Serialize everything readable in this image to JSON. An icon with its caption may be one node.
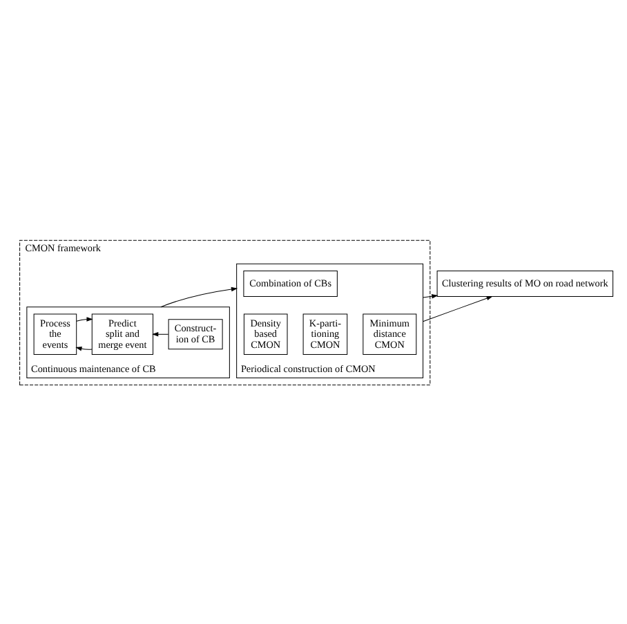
{
  "diagram": {
    "nodes": [
      {
        "text": [
          "Clustering results of MO on road network"
        ]
      },
      {
        "text": [
          "CMON framework"
        ]
      },
      {
        "text": [
          "Periodical construction of CMON"
        ],
        "in": 1
      },
      {
        "text": [
          "Minimum distance CMON"
        ],
        "in": 2
      },
      {
        "text": [
          "Density based CMON"
        ],
        "in": 2
      },
      {
        "text": [
          "K-parti- tioning CMON"
        ],
        "in": 2
      },
      {
        "text": [
          "Combination of CBs"
        ],
        "in": 2
      },
      {
        "text": [
          "Continuous maintenance of CB"
        ],
        "in": 1
      },
      {
        "text": [
          "Construct- ion of CB"
        ],
        "in": 7
      },
      {
        "text": [
          "Predict split and merge event"
        ],
        "in": 7
      },
      {
        "text": [
          "Process the events"
        ],
        "in": 7
      }
    ],
    "edges": [
      {
        "from": 2,
        "to": 0,
        "arrow": "to"
      },
      {
        "from": 2,
        "to": 0,
        "arrow": "to"
      },
      {
        "from": 7,
        "to": 2,
        "arrow": "to"
      },
      {
        "from": 8,
        "to": 9,
        "arrow": "to"
      },
      {
        "from": 10,
        "to": 9,
        "arrow": "to"
      },
      {
        "from": 9,
        "to": 10,
        "arrow": "to"
      }
    ]
  }
}
